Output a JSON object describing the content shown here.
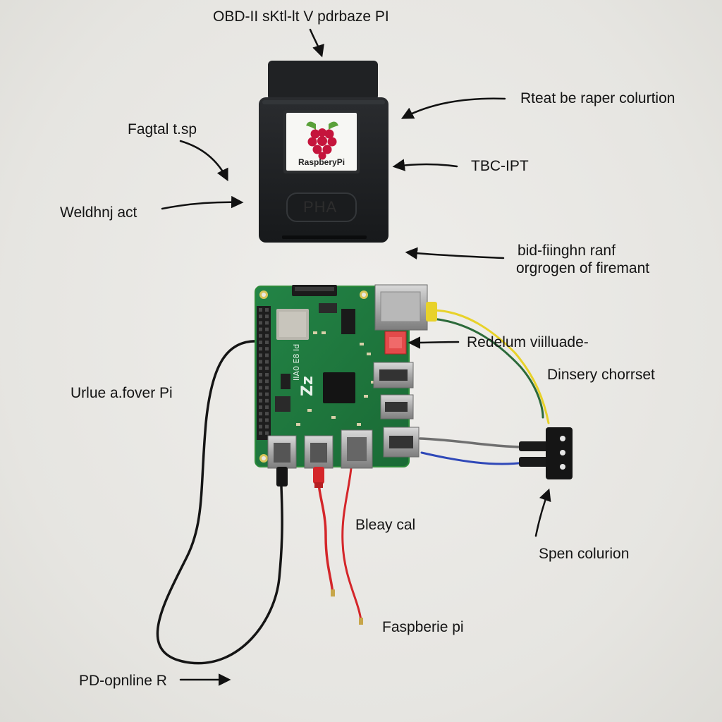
{
  "labels": {
    "title": "OBD-II sKtl-lt V pdrbaze PI",
    "fagtal": "Fagtal t.sp",
    "weldhnj": "Weldhnj act",
    "rteat": "Rteat be raper colurtion",
    "tbc": "TBC-IPT",
    "bid": "bid-fiinghn ranf",
    "orgrogen": "orgrogen of firemant",
    "redelum": "Redelum viilluade-",
    "dinsery": "Dinsery chorrset",
    "urlue": "Urlue a.fover Pi",
    "bleay": "Bleay cal",
    "spen": "Spen colurion",
    "faspberie": "Faspberie pi",
    "pdopnline": "PD-opnline R"
  },
  "device": {
    "logo_text": "RaspberyPi",
    "emboss_text": "PHA"
  },
  "board": {
    "silk_small": "IIA0 E8 Id",
    "silk_big": "Zz"
  },
  "colors": {
    "background": "#e9e8e4",
    "dongle_body": "#1f2123",
    "pcb_green": "#1f7a3c",
    "pcb_edge": "#2c8a3a",
    "header_pins": "#2a2a2a",
    "cable_black": "#151515",
    "cable_red": "#d4262a",
    "cable_yellow": "#e8d22a",
    "cable_green": "#2c6a3a",
    "cable_grey": "#6f6f6f",
    "cable_blue": "#2f48b8",
    "raspberry": "#c5143c",
    "leaf": "#5aa13a"
  }
}
